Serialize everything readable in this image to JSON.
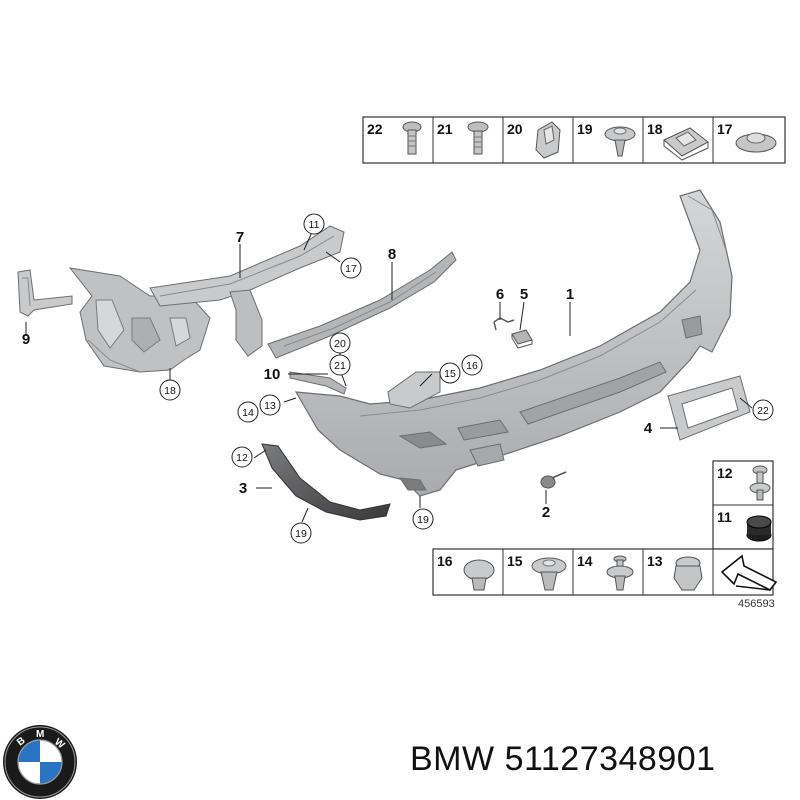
{
  "diagram": {
    "diagram_id": "456593",
    "top_box_parts": [
      "22",
      "21",
      "20",
      "19",
      "18",
      "17"
    ],
    "right_box_parts": [
      "12",
      "11"
    ],
    "bottom_box_parts": [
      "16",
      "15",
      "14",
      "13"
    ],
    "plain_labels": {
      "p1": "1",
      "p2": "2",
      "p3": "3",
      "p4": "4",
      "p5": "5",
      "p6": "6",
      "p7": "7",
      "p8": "8",
      "p9": "9",
      "p10": "10"
    },
    "circled_labels": {
      "c11": "11",
      "c17a": "17",
      "c20": "20",
      "c21": "21",
      "c18": "18",
      "c15": "15",
      "c16": "16",
      "c14": "14",
      "c13": "13",
      "c12": "12",
      "c19a": "19",
      "c19b": "19",
      "c22": "22"
    }
  },
  "caption": {
    "brand": "BMW",
    "part_number": "51127348901"
  },
  "colors": {
    "part_fill": "#c9cacc",
    "part_stroke": "#6d6e70",
    "line": "#222222"
  }
}
